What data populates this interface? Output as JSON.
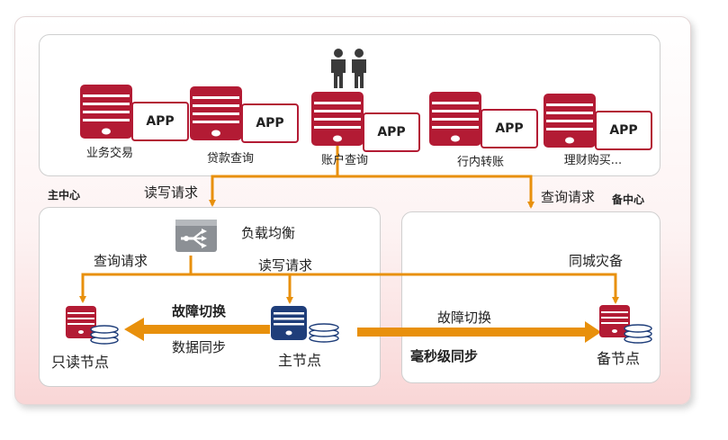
{
  "apps": [
    {
      "name": "业务交易",
      "tag": "APP"
    },
    {
      "name": "贷款查询",
      "tag": "APP"
    },
    {
      "name": "账户查询",
      "tag": "APP"
    },
    {
      "name": "行内转账",
      "tag": "APP"
    },
    {
      "name": "理财购买...",
      "tag": "APP"
    }
  ],
  "labels": {
    "main_center": "主中心",
    "backup_center": "备中心",
    "rw_request_top": "读写请求",
    "query_request_top": "查询请求",
    "load_balance": "负载均衡",
    "query_request_left": "查询请求",
    "rw_request_mid": "读写请求",
    "same_city_dr": "同城灾备",
    "failover_left": "故障切换",
    "data_sync": "数据同步",
    "failover_right": "故障切换",
    "ms_sync": "毫秒级同步",
    "readonly_node": "只读节点",
    "primary_node": "主节点",
    "backup_node": "备节点"
  },
  "colors": {
    "server_red": "#b31b34",
    "line_orange": "#e8900c",
    "db_navy": "#1f3e7a",
    "lb_gray": "#8c9095"
  },
  "icons": [
    "people-icon",
    "server-icon",
    "load-balancer-icon",
    "database-icon",
    "disk-stack-icon"
  ]
}
